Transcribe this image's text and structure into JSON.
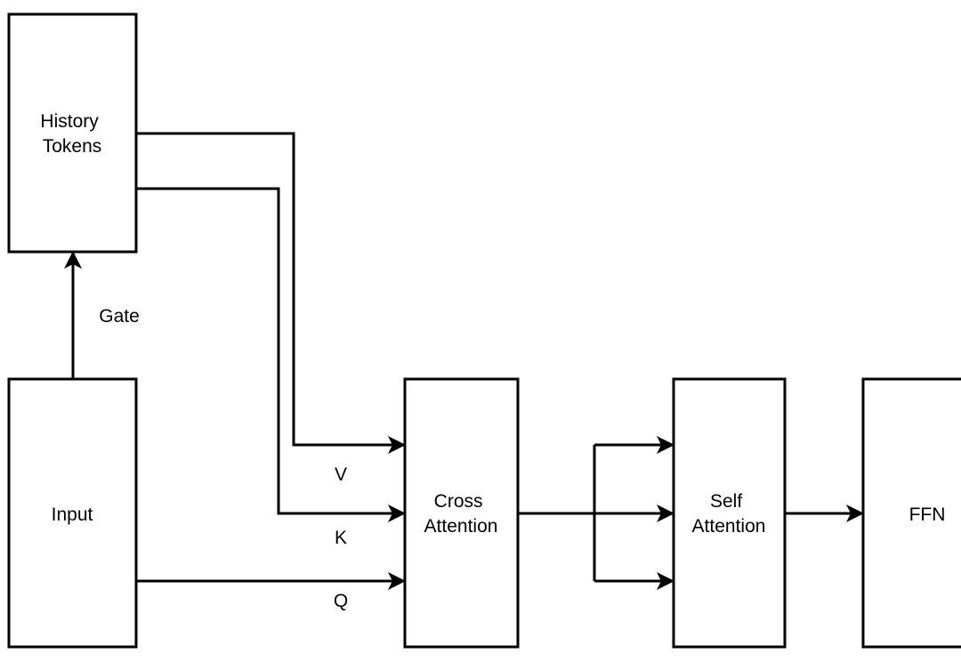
{
  "nodes": {
    "history": [
      "History",
      "Tokens"
    ],
    "input": "Input",
    "cross_attention": [
      "Cross",
      "Attention"
    ],
    "self_attention": [
      "Self",
      "Attention"
    ],
    "ffn": "FFN"
  },
  "edge_labels": {
    "gate": "Gate",
    "v": "V",
    "k": "K",
    "q": "Q"
  }
}
